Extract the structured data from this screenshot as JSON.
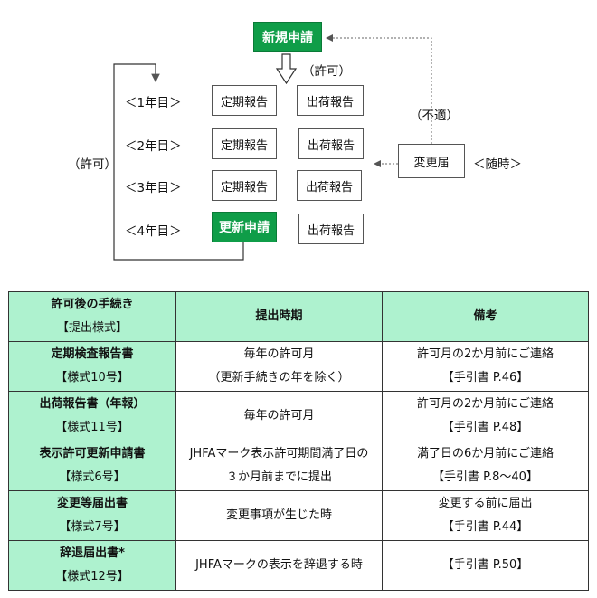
{
  "flow": {
    "new_application": "新規申請",
    "permit_label_top": "（許可）",
    "permit_label_left": "（許可）",
    "unsuitable_label": "（不適）",
    "change_notice": "変更届",
    "anytime_label": "＜随時＞",
    "years": [
      {
        "label": "＜1年目＞",
        "report": "定期報告",
        "report_highlight": false,
        "shipment": "出荷報告"
      },
      {
        "label": "＜2年目＞",
        "report": "定期報告",
        "report_highlight": false,
        "shipment": "出荷報告"
      },
      {
        "label": "＜3年目＞",
        "report": "定期報告",
        "report_highlight": false,
        "shipment": "出荷報告"
      },
      {
        "label": "＜4年目＞",
        "report": "更新申請",
        "report_highlight": true,
        "shipment": "出荷報告"
      }
    ],
    "colors": {
      "green_box": "#0f9d48",
      "table_header": "#aef2cf"
    }
  },
  "table": {
    "headers": {
      "procedure": "許可後の手続き",
      "procedure_sub": "【提出様式】",
      "timing": "提出時期",
      "notes": "備考"
    },
    "rows": [
      {
        "name": "定期検査報告書",
        "form": "【様式10号】",
        "timing": [
          "毎年の許可月",
          "（更新手続きの年を除く）"
        ],
        "notes": [
          "許可月の2か月前にご連絡",
          "【手引書 P.46】"
        ]
      },
      {
        "name": "出荷報告書（年報）",
        "form": "【様式11号】",
        "timing": [
          "毎年の許可月"
        ],
        "notes": [
          "許可月の2か月前にご連絡",
          "【手引書 P.48】"
        ]
      },
      {
        "name": "表示許可更新申請書",
        "form": "【様式6号】",
        "timing": [
          "JHFAマーク表示許可期間満了日の",
          "３か月前までに提出"
        ],
        "notes": [
          "満了日の6か月前にご連絡",
          "【手引書 P.8～40】"
        ]
      },
      {
        "name": "変更等届出書",
        "form": "【様式7号】",
        "timing": [
          "変更事項が生じた時"
        ],
        "notes": [
          "変更する前に届出",
          "【手引書 P.44】"
        ]
      },
      {
        "name": "辞退届出書*",
        "form": "【様式12号】",
        "timing": [
          "JHFAマークの表示を辞退する時"
        ],
        "notes": [
          "【手引書 P.50】"
        ]
      }
    ]
  }
}
